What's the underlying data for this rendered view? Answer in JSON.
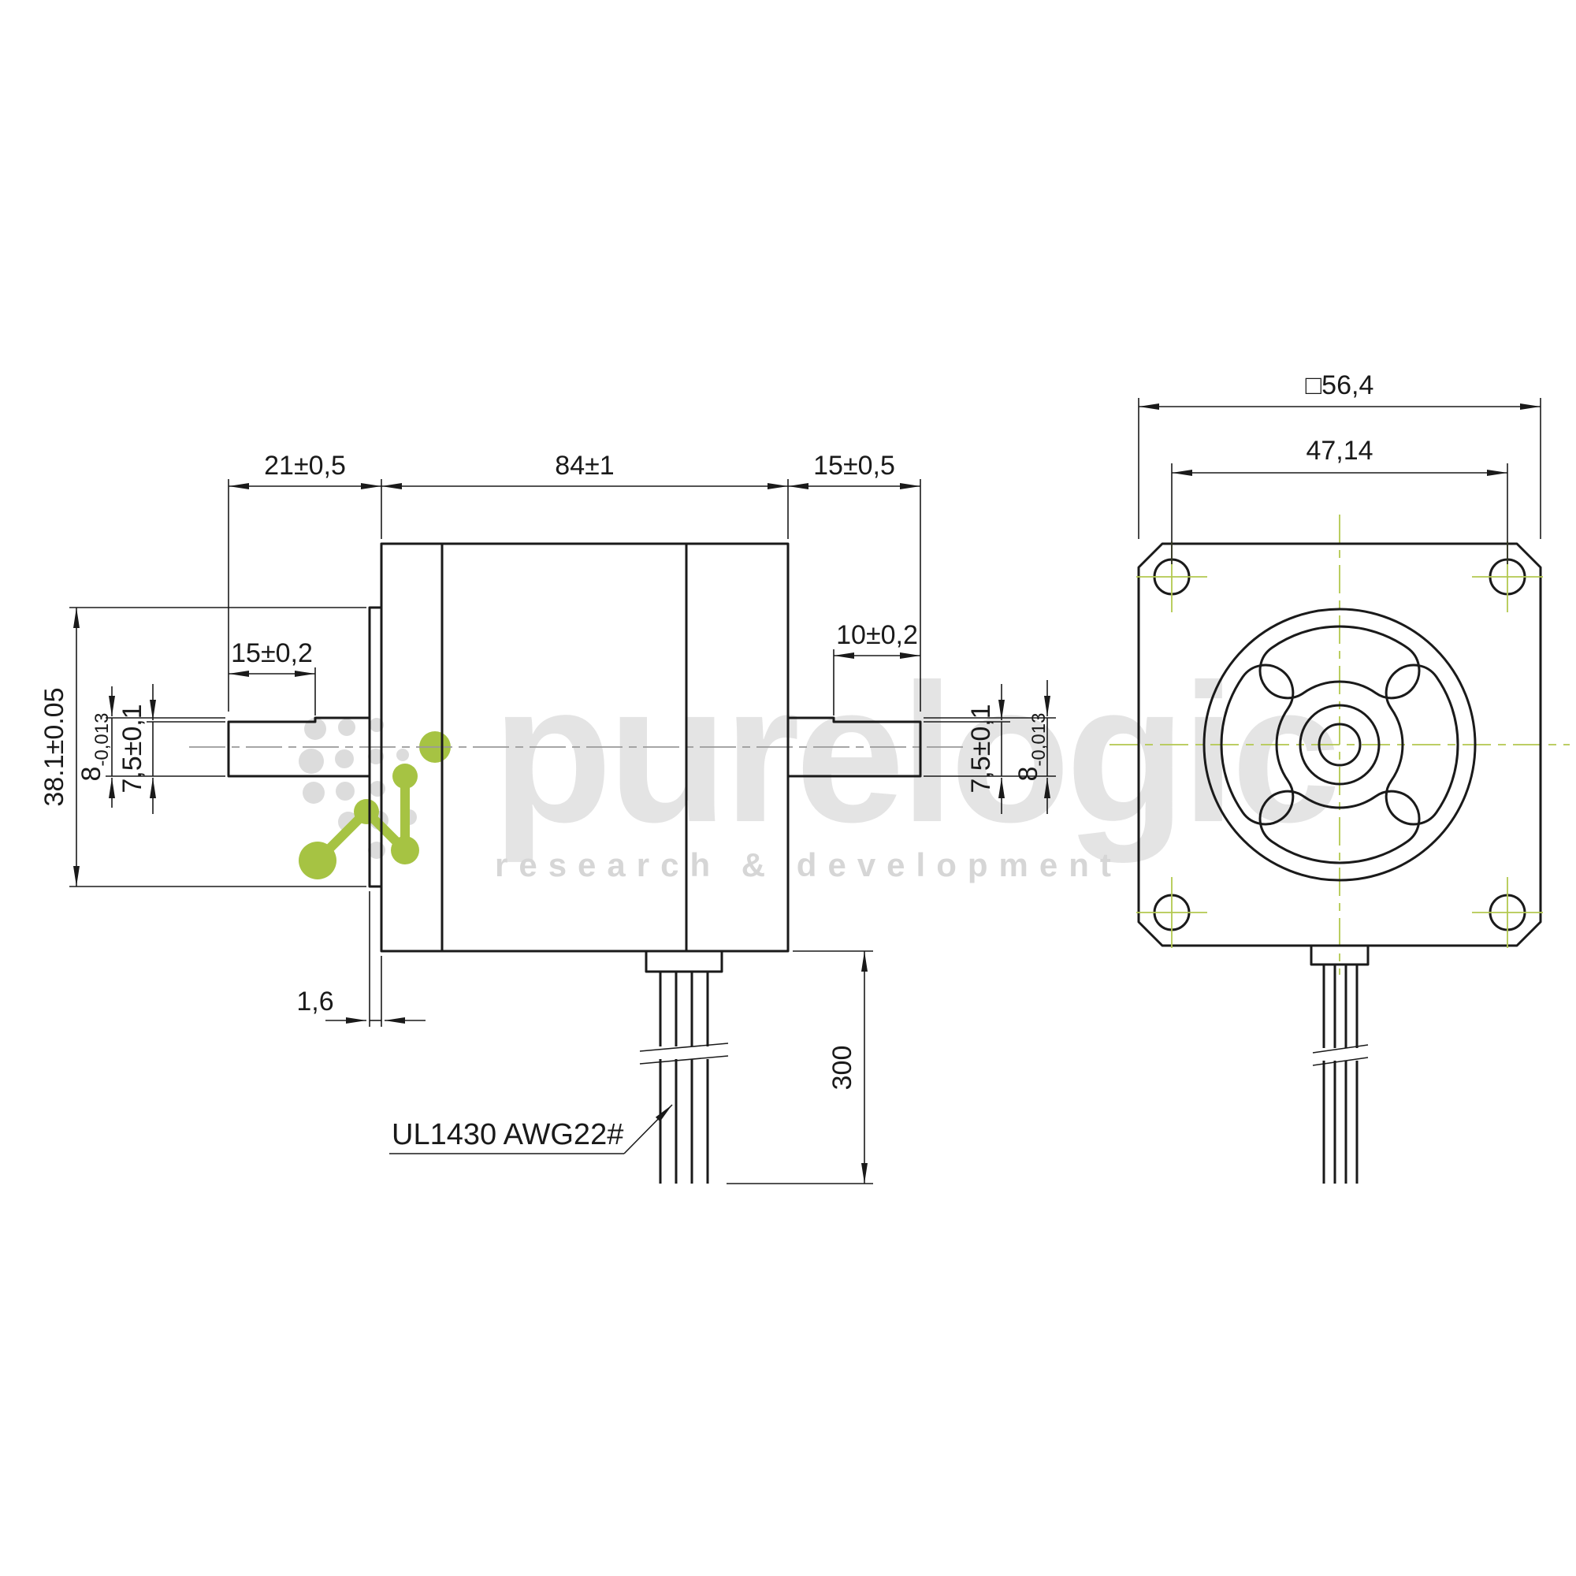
{
  "watermark": {
    "brand": "purelogic",
    "tagline": "research & development",
    "accent_green": "#a6c343",
    "gray": "#dcdcdc"
  },
  "colors": {
    "line": "#1a1a1a",
    "centerline_green": "#b3c84f"
  },
  "side_view": {
    "dim_front_shaft_length": "21±0,5",
    "dim_body_length": "84±1",
    "dim_rear_shaft_length": "15±0,5",
    "dim_front_flat_length": "15±0,2",
    "dim_rear_flat_length": "10±0,2",
    "dim_pilot_diameter": "38.1±0.05",
    "dim_front_shaft_diameter": "8",
    "dim_front_shaft_diameter_tol": "-0,013",
    "dim_front_flat_height": "7,5±0,1",
    "dim_rear_flat_height": "7,5±0,1",
    "dim_rear_shaft_diameter": "8",
    "dim_rear_shaft_diameter_tol": "-0,013",
    "dim_pilot_thickness": "1,6",
    "dim_wire_length": "300",
    "wire_spec_label": "UL1430 AWG22#"
  },
  "front_view": {
    "dim_flange_size": "□56,4",
    "dim_hole_spacing": "47,14"
  }
}
